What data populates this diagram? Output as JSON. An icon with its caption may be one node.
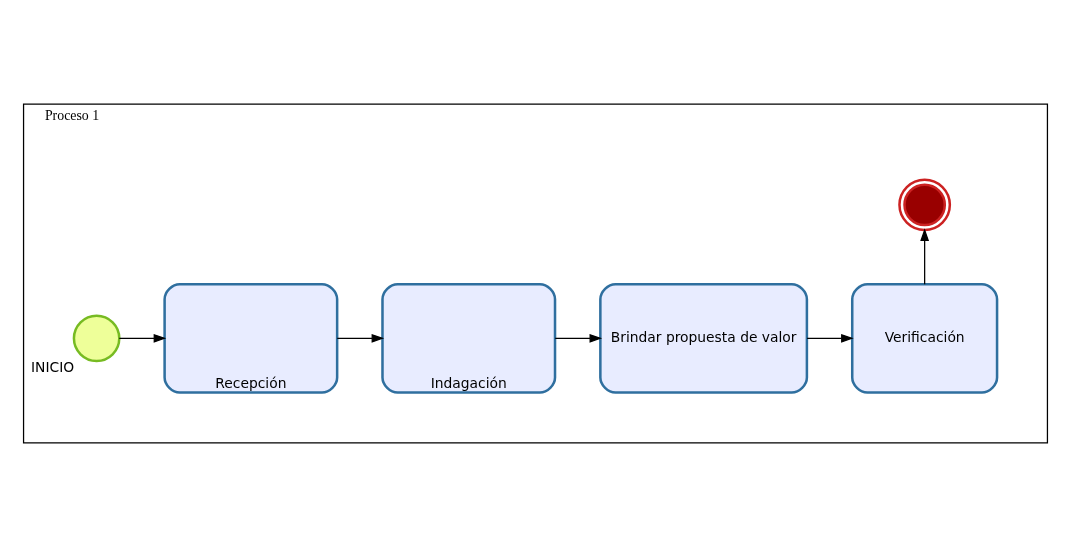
{
  "diagram": {
    "nodes": [
      {
        "text": [
          "Proceso 1"
        ]
      },
      {
        "text": [],
        "shape": "circle",
        "in": 0,
        "beside": [
          "INICIO"
        ]
      },
      {
        "text": [
          "Recepción"
        ],
        "in": 0
      },
      {
        "text": [
          "Indagación"
        ],
        "in": 0
      },
      {
        "text": [
          "Brindar propuesta de valor"
        ],
        "in": 0
      },
      {
        "text": [
          "Verificación"
        ],
        "in": 0
      },
      {
        "text": [],
        "shape": "circle",
        "in": 0
      }
    ],
    "edges": [
      {
        "from": 1,
        "to": 2,
        "arrow": "to"
      },
      {
        "from": 2,
        "to": 3,
        "arrow": "to"
      },
      {
        "from": 3,
        "to": 4,
        "arrow": "to"
      },
      {
        "from": 4,
        "to": 5,
        "arrow": "to"
      },
      {
        "from": 5,
        "to": 6,
        "arrow": "to"
      }
    ]
  }
}
